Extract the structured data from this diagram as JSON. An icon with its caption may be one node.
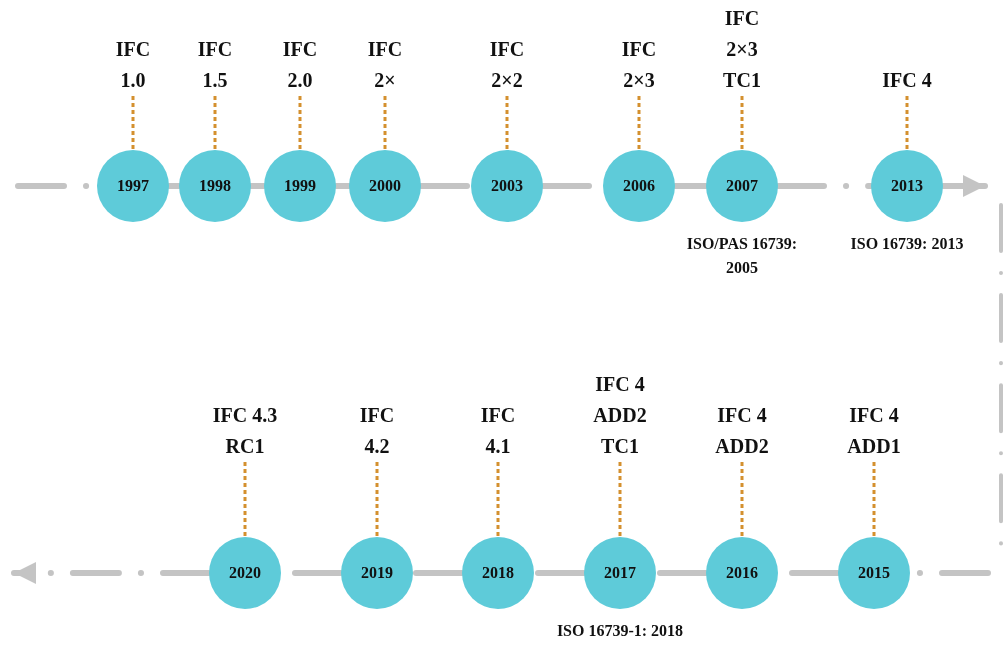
{
  "diagram": {
    "nodes": [
      {
        "text": [
          "IFC 1.0"
        ]
      },
      {
        "text": [
          "IFC 1.5"
        ]
      },
      {
        "text": [
          "IFC 2.0"
        ]
      },
      {
        "text": [
          "IFC 2×"
        ]
      },
      {
        "text": [
          "IFC 2×2"
        ]
      },
      {
        "text": [
          "IFC 2×3"
        ]
      },
      {
        "text": [
          "IFC 2×3 TC1"
        ]
      },
      {
        "text": [
          "IFC 4"
        ]
      },
      {
        "text": [
          "1997"
        ]
      },
      {
        "text": [
          "1998"
        ]
      },
      {
        "text": [
          "1999"
        ]
      },
      {
        "text": [
          "2000"
        ]
      },
      {
        "text": [
          "2003"
        ]
      },
      {
        "text": [
          "2006"
        ]
      },
      {
        "text": [
          "2007"
        ],
        "beside": [
          "ISO/PAS 16739: 2005"
        ]
      },
      {
        "text": [
          "2013"
        ],
        "beside": [
          "ISO 16739: 2013"
        ]
      },
      {
        "text": [
          "IFC 4.3 RC1"
        ]
      },
      {
        "text": [
          "IFC 4.2"
        ]
      },
      {
        "text": [
          "IFC 4.1"
        ]
      },
      {
        "text": [
          "IFC 4 ADD2 TC1"
        ]
      },
      {
        "text": [
          "IFC 4 ADD2"
        ]
      },
      {
        "text": [
          "IFC 4 ADD1"
        ]
      },
      {
        "text": [
          "2020"
        ]
      },
      {
        "text": [
          "2019"
        ]
      },
      {
        "text": [
          "2018"
        ]
      },
      {
        "text": [
          "2017"
        ],
        "beside": [
          "ISO 16739-1: 2018"
        ]
      },
      {
        "text": [
          "2016"
        ]
      },
      {
        "text": [
          "2015"
        ]
      }
    ],
    "edges": [
      {
        "from": null,
        "to": 8,
        "arrow": "none",
        "style": "dashed"
      },
      {
        "from": 8,
        "to": 9,
        "arrow": "none",
        "style": "dashed"
      },
      {
        "from": 9,
        "to": 10,
        "arrow": "none",
        "style": "dashed"
      },
      {
        "from": 10,
        "to": 11,
        "arrow": "none",
        "style": "dashed"
      },
      {
        "from": 11,
        "to": 12,
        "arrow": "none",
        "style": "dashed"
      },
      {
        "from": 12,
        "to": 13,
        "arrow": "none",
        "style": "dashed"
      },
      {
        "from": 13,
        "to": 14,
        "arrow": "none",
        "style": "dashed"
      },
      {
        "from": 14,
        "to": 15,
        "arrow": "none",
        "style": "dashed"
      },
      {
        "from": 15,
        "to": null,
        "arrow": "to",
        "style": "dashed"
      },
      {
        "from": null,
        "to": 27,
        "arrow": "none",
        "style": "dashed"
      },
      {
        "from": 27,
        "to": 26,
        "arrow": "none",
        "style": "dashed"
      },
      {
        "from": 26,
        "to": 25,
        "arrow": "none",
        "style": "dashed"
      },
      {
        "from": 25,
        "to": 24,
        "arrow": "none",
        "style": "dashed"
      },
      {
        "from": 24,
        "to": 23,
        "arrow": "none",
        "style": "dashed"
      },
      {
        "from": 23,
        "to": 22,
        "arrow": "none",
        "style": "dashed"
      },
      {
        "from": 22,
        "to": null,
        "arrow": "to",
        "style": "dashed"
      },
      {
        "from": 0,
        "to": 8,
        "arrow": "none",
        "style": "dashed",
        "color": "#d4902e"
      },
      {
        "from": 1,
        "to": 9,
        "arrow": "none",
        "style": "dashed",
        "color": "#d4902e"
      },
      {
        "from": 2,
        "to": 10,
        "arrow": "none",
        "style": "dashed",
        "color": "#d4902e"
      },
      {
        "from": 3,
        "to": 11,
        "arrow": "none",
        "style": "dashed",
        "color": "#d4902e"
      },
      {
        "from": 4,
        "to": 12,
        "arrow": "none",
        "style": "dashed",
        "color": "#d4902e"
      },
      {
        "from": 5,
        "to": 13,
        "arrow": "none",
        "style": "dashed",
        "color": "#d4902e"
      },
      {
        "from": 6,
        "to": 14,
        "arrow": "none",
        "style": "dashed",
        "color": "#d4902e"
      },
      {
        "from": 7,
        "to": 15,
        "arrow": "none",
        "style": "dashed",
        "color": "#d4902e"
      },
      {
        "from": 16,
        "to": 22,
        "arrow": "none",
        "style": "dashed",
        "color": "#d4902e"
      },
      {
        "from": 17,
        "to": 23,
        "arrow": "none",
        "style": "dashed",
        "color": "#d4902e"
      },
      {
        "from": 18,
        "to": 24,
        "arrow": "none",
        "style": "dashed",
        "color": "#d4902e"
      },
      {
        "from": 19,
        "to": 25,
        "arrow": "none",
        "style": "dashed",
        "color": "#d4902e"
      },
      {
        "from": 20,
        "to": 26,
        "arrow": "none",
        "style": "dashed",
        "color": "#d4902e"
      },
      {
        "from": 21,
        "to": 27,
        "arrow": "none",
        "style": "dashed",
        "color": "#d4902e"
      }
    ]
  }
}
